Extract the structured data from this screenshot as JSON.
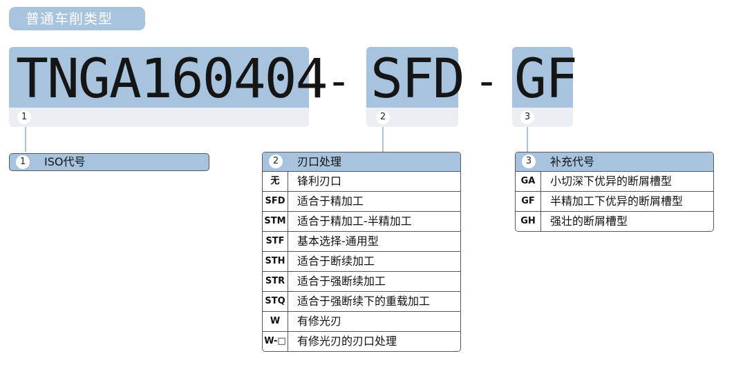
{
  "section_tag": "普通车削类型",
  "code": {
    "iso": "TNGA160404",
    "dash1": "-",
    "edge": "SFD",
    "dash2": "-",
    "groove": "GF",
    "num1": "1",
    "num2": "2",
    "num3": "3"
  },
  "box1": {
    "num": "1",
    "title": "ISO代号"
  },
  "table2": {
    "num": "2",
    "title": "刃口处理",
    "rows": [
      {
        "code": "无",
        "desc": "锋利刃口"
      },
      {
        "code": "SFD",
        "desc": "适合于精加工"
      },
      {
        "code": "STM",
        "desc": "适合于精加工-半精加工"
      },
      {
        "code": "STF",
        "desc": "基本选择-通用型"
      },
      {
        "code": "STH",
        "desc": "适合于断续加工"
      },
      {
        "code": "STR",
        "desc": "适合于强断续加工"
      },
      {
        "code": "STQ",
        "desc": "适合于强断续下的重载加工"
      },
      {
        "code": "W",
        "desc": "有修光刃"
      },
      {
        "code": "W-□",
        "desc": "有修光刃的刃口处理"
      }
    ]
  },
  "table3": {
    "num": "3",
    "title": "补充代号",
    "rows": [
      {
        "code": "GA",
        "desc": "小切深下优异的断屑槽型"
      },
      {
        "code": "GF",
        "desc": "半精加工下优异的断屑槽型"
      },
      {
        "code": "GH",
        "desc": "强壮的断屑槽型"
      }
    ]
  },
  "colors": {
    "accent": "#a7c3dd",
    "light": "#ebeef2",
    "border": "#555555"
  }
}
